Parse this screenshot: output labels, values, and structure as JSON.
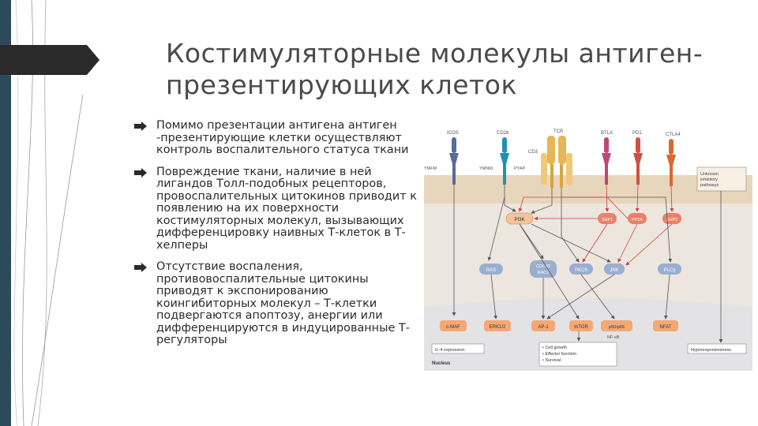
{
  "slide": {
    "title_line1": "Костимуляторные молекулы антиген-",
    "title_line2": "презентирующих клеток",
    "bullets": [
      "Помимо презентации антигена антиген -презентирующие клетки осуществляют контроль воспалительного статуса ткани",
      "Повреждение ткани, наличие в ней лигандов Толл-подобных рецепторов, провоспалительных цитокинов приводит к появлению на их поверхности костимуляторных молекул, вызывающих дифференцировку наивных Т-клеток в Т-хелперы",
      "Отсутствие воспаления, противовоспалительные цитокины приводят к экспонированию коингибиторных молекул – Т-клетки подвергаются апоптозу, анергии или дифференцируются в индуцированные Т-регуляторы"
    ]
  },
  "diagram": {
    "receptors": [
      "ICOS",
      "CD28",
      "TCR",
      "BTLA",
      "PD1",
      "CTLA4"
    ],
    "cd3_label": "CD3",
    "motifs": [
      "YMFM",
      "YMNM",
      "PYAP"
    ],
    "unknown_box": "Unknown inhibitory pathways",
    "row1_nodes": [
      "PI3K",
      "SHP1",
      "PP2A",
      "SHP2"
    ],
    "row2_nodes": [
      "RAS",
      "CDC42 RAC1",
      "PKCθ",
      "JNK",
      "PLCγ"
    ],
    "row3_nodes": [
      "c-MAF",
      "ERK1/2",
      "AP-1",
      "mTOR",
      "p50/p65",
      "NFAT"
    ],
    "nfkb_label": "NF-κB",
    "outputs": [
      "IL-4 expression",
      "• Cell growth\n• Effector function\n• Survival",
      "Hyporesponsiveness"
    ],
    "nucleus_label": "Nucleus",
    "colors": {
      "icos": "#5b6a9a",
      "cd28": "#1f8fb8",
      "tcr": "#e7b655",
      "btla": "#c0457c",
      "pd1": "#d05040",
      "ctla4": "#d86a30",
      "node_blue": "#9aaed0",
      "node_red": "#e9806a",
      "node_peach": "#f3c39a",
      "node_orange": "#f4a874",
      "arrow_red": "#d23c3c",
      "membrane": "#e8d6bc",
      "cytoplasm": "#ece6de",
      "nucleus": "#e3e3e5"
    }
  }
}
